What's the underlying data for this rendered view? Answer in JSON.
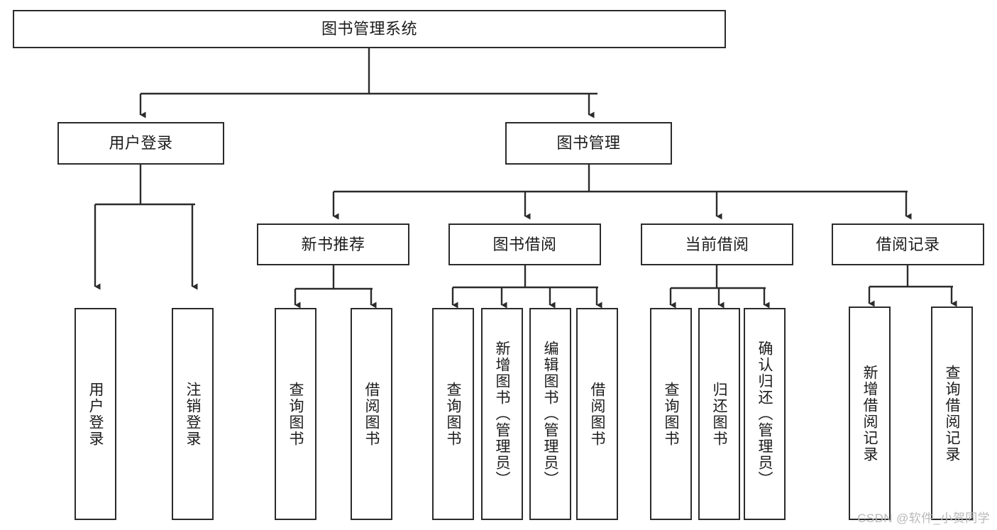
{
  "diagram": {
    "title": "图书管理系统",
    "watermark": "CSDN @软件_小贺同学",
    "nodes": {
      "root": "图书管理系统",
      "user_login": "用户登录",
      "book_manage": "图书管理",
      "new_book_rec": "新书推荐",
      "book_borrow": "图书借阅",
      "current_borrow": "当前借阅",
      "borrow_record": "借阅记录",
      "leaf_user_login": "用户登录",
      "leaf_logout": "注销登录",
      "leaf_query_book_1": "查询图书",
      "leaf_borrow_book_1": "借阅图书",
      "leaf_query_book_2": "查询图书",
      "leaf_add_book_admin": "新增图书（管理员）",
      "leaf_edit_book_admin": "编辑图书（管理员）",
      "leaf_borrow_book_2": "借阅图书",
      "leaf_query_book_3": "查询图书",
      "leaf_return_book": "归还图书",
      "leaf_confirm_return_admin": "确认归还（管理员）",
      "leaf_add_borrow_record": "新增借阅记录",
      "leaf_query_borrow_record": "查询借阅记录"
    },
    "colors": {
      "stroke": "#2b2b2b",
      "fill": "#ffffff",
      "text": "#1c1c1c",
      "watermark": "#b9b9b9"
    }
  }
}
